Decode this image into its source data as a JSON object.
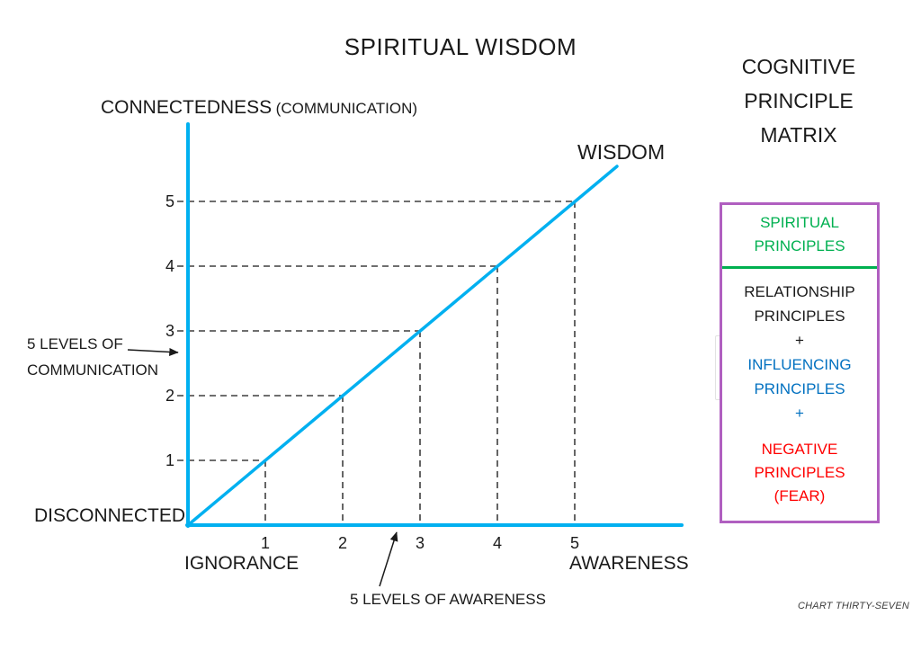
{
  "title": "SPIRITUAL WISDOM",
  "chart_data": {
    "type": "line",
    "title": "SPIRITUAL WISDOM",
    "y_axis_label": "CONNECTEDNESS",
    "y_axis_label_sub": "(COMMUNICATION)",
    "x_axis_label_left": "IGNORANCE",
    "x_axis_label_right": "AWARENESS",
    "origin_label": "DISCONNECTED",
    "line_label": "WISDOM",
    "x_ticks": [
      1,
      2,
      3,
      4,
      5
    ],
    "y_ticks": [
      1,
      2,
      3,
      4,
      5
    ],
    "series": [
      {
        "name": "WISDOM",
        "x": [
          0,
          1,
          2,
          3,
          4,
          5
        ],
        "y": [
          0,
          1,
          2,
          3,
          4,
          5
        ]
      }
    ],
    "x_range": [
      0,
      6.4
    ],
    "y_range": [
      0,
      6.2
    ],
    "grid": "dashed guides from each integer point to both axes",
    "legend_position": "none",
    "line_color": "#00B0F0",
    "guide_color": "#3F3F3F",
    "annotations": {
      "communication_line1": "5 LEVELS OF",
      "communication_line2": "COMMUNICATION",
      "awareness": "5 LEVELS OF AWARENESS"
    }
  },
  "right_panel": {
    "heading_line1": "COGNITIVE",
    "heading_line2": "PRINCIPLE",
    "heading_line3": "MATRIX",
    "matrix_box": {
      "border_color": "#B05FC0",
      "divider_color": "#00B050",
      "sections": [
        {
          "name": "spiritual",
          "color": "#00B050",
          "lines": [
            "SPIRITUAL",
            "PRINCIPLES"
          ]
        },
        {
          "name": "relationship",
          "color": "#1A1A1A",
          "lines": [
            "RELATIONSHIP",
            "PRINCIPLES",
            "+"
          ]
        },
        {
          "name": "influencing",
          "color": "#0070C0",
          "lines": [
            "INFLUENCING",
            "PRINCIPLES",
            "+"
          ]
        },
        {
          "name": "negative",
          "color": "#FF0000",
          "lines": [
            "NEGATIVE",
            "PRINCIPLES",
            "(FEAR)"
          ]
        }
      ]
    }
  },
  "footer_note": "CHART THIRTY-SEVEN"
}
